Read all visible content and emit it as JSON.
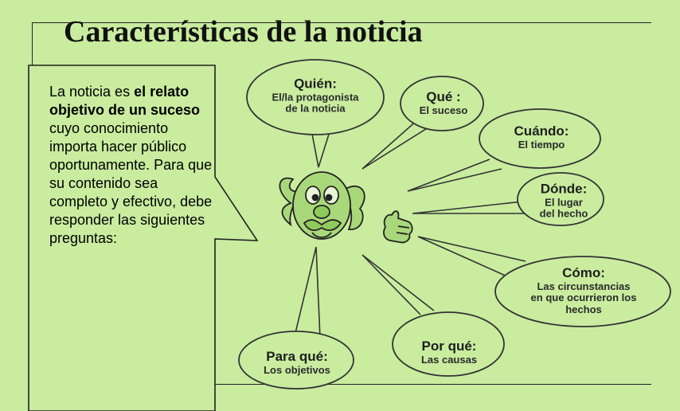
{
  "title": "Características de la noticia",
  "intro": {
    "part1": "La noticia es ",
    "bold": "el relato objetivo de un suceso",
    "part2": " cuyo conocimiento importa hacer público oportunamente. Para que su contenido sea completo y efectivo, debe responder las siguientes preguntas:"
  },
  "bubbles": [
    {
      "heading": "Quién:",
      "lines": [
        "El/la protagonista",
        "de la noticia"
      ]
    },
    {
      "heading": "Qué :",
      "lines": [
        "El suceso"
      ]
    },
    {
      "heading": "Cuándo:",
      "lines": [
        "El tiempo"
      ]
    },
    {
      "heading": "Dónde:",
      "lines": [
        "El lugar",
        "del hecho"
      ]
    },
    {
      "heading": "Cómo:",
      "lines": [
        "Las circunstancias",
        "en que ocurrieron los",
        "hechos"
      ]
    },
    {
      "heading": "Por qué:",
      "lines": [
        "Las causas"
      ]
    },
    {
      "heading": "Para qué:",
      "lines": [
        "Los objetivos"
      ]
    }
  ],
  "colors": {
    "background": "#c9ec9f",
    "bubble_fill": "#c9ec9f",
    "outline": "#333333",
    "character_fill": "#a9d87a"
  },
  "icons": [
    "clown-face-icon",
    "thumbs-up-hand-icon"
  ]
}
